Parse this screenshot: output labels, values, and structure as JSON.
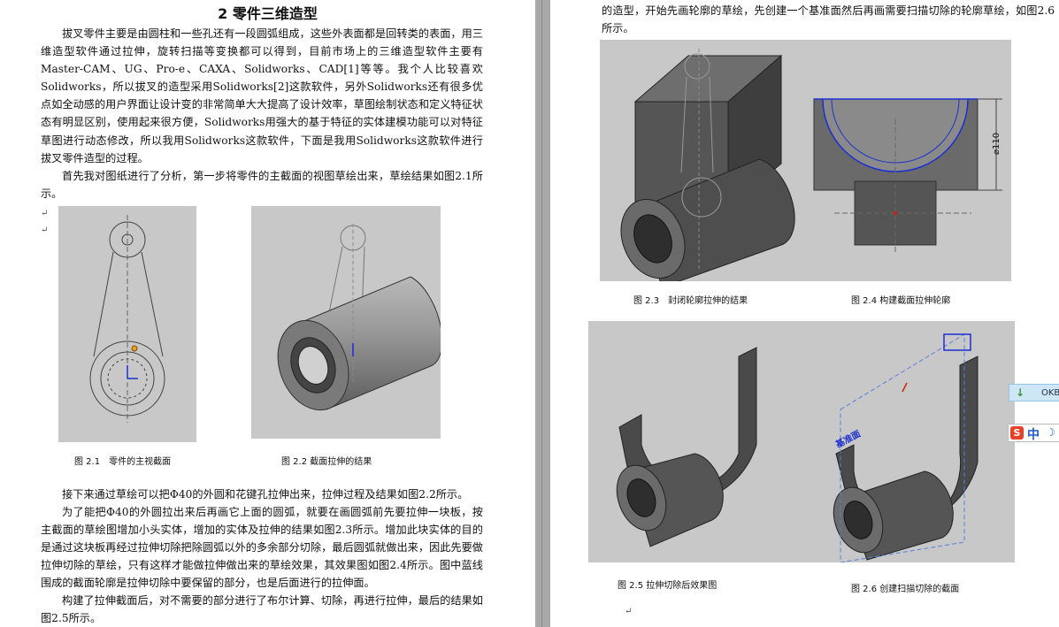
{
  "left_page": {
    "title": "2 零件三维造型",
    "paragraphs": [
      "拔叉零件主要是由圆柱和一些孔还有一段圆弧组成，这些外表面都是回转类的表面，用三维造型软件通过拉伸，旋转扫描等变换都可以得到，目前市场上的三维造型软件主要有Master-CAM、UG、Pro-e、CAXA、Solidworks、CAD[1]等等。我个人比较喜欢Solidworks，所以拔叉的造型采用Solidworks[2]这款软件，另外Solidworks还有很多优点如全动感的用户界面让设计变的非常简单大大提高了设计效率，草图绘制状态和定义特征状态有明显区别，使用起来很方便，Solidworks用强大的基于特征的实体建模功能可以对特征草图进行动态修改，所以我用Solidworks这款软件，下面是我用Solidworks这款软件进行拔叉零件造型的过程。",
      "首先我对图纸进行了分析，第一步将零件的主截面的视图草绘出来，草绘结果如图2.1所示。",
      "接下来通过草绘可以把Φ40的外圆和花键孔拉伸出来，拉伸过程及结果如图2.2所示。",
      "为了能把Φ40的外圆拉出来后再画它上面的圆弧，就要在画圆弧前先要拉伸一块板，按主截面的草绘图增加小头实体，增加的实体及拉伸的结果如图2.3所示。增加此块实体的目的是通过这块板再经过拉伸切除把除圆弧以外的多余部分切除，最后圆弧就做出来，因此先要做拉伸切除的草绘，只有这样才能做拉伸做出来的草绘效果，其效果图如图2.4所示。图中蓝线围成的截面轮廓是拉伸切除中要保留的部分，也是后面进行的拉伸面。",
      "构建了拉伸截面后，对不需要的部分进行了布尔计算、切除，再进行拉伸，最后的结果如图2.5所示。"
    ],
    "captions": {
      "fig21": "图 2.1　零件的主视截面",
      "fig22": "图 2.2 截面拉伸的结果"
    }
  },
  "right_page": {
    "paragraph": "的造型，开始先画轮廓的草绘，先创建一个基准面然后再画需要扫描切除的轮廓草绘，如图2.6所示。",
    "captions": {
      "fig23": "图 2.3　封闭轮廓拉伸的结果",
      "fig24": "图 2.4 构建截面拉伸轮廓",
      "fig25": "图 2.5 拉伸切除后效果图",
      "fig26": "图 2.6 创建扫描切除的截面"
    },
    "dimension_label": "⌀110",
    "fig26_label": "基准面"
  },
  "widgets": {
    "ok_label": "OKB",
    "ime_letter": "S",
    "ime_mode": "中",
    "ime_moon": "☽"
  },
  "colors": {
    "page": "#ffffff",
    "background": "#a9a9a9",
    "figure_bg": "#c8c8c8",
    "sketch_blue": "#1c2fd0"
  }
}
